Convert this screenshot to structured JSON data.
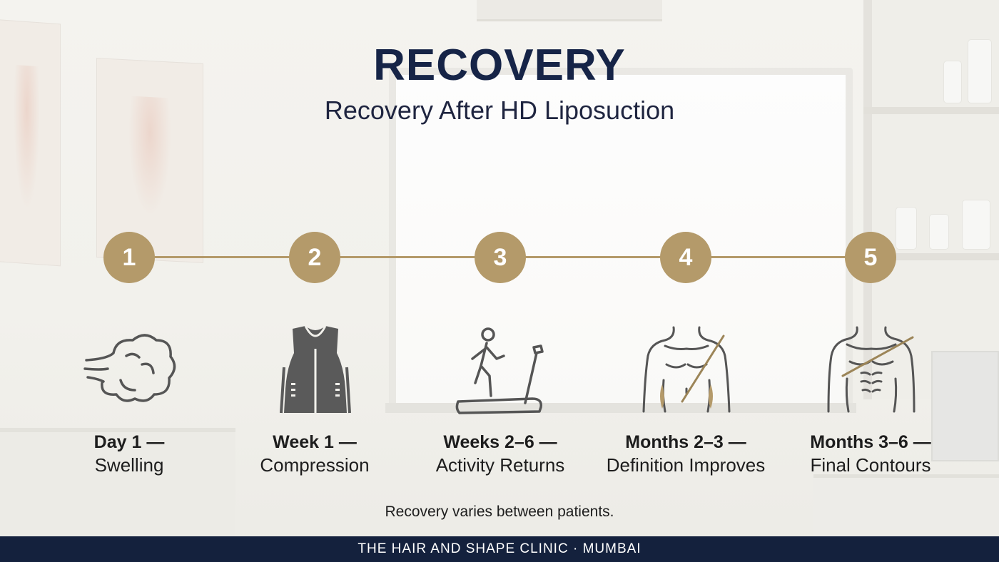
{
  "header": {
    "title": "RECOVERY",
    "subtitle": "Recovery After HD Liposuction"
  },
  "timeline": {
    "accent_color": "#b49a6a",
    "stages": [
      {
        "number": "1",
        "heading": "Day 1 —",
        "label": "Swelling",
        "icon": "swelling-cloud-icon"
      },
      {
        "number": "2",
        "heading": "Week 1 —",
        "label": "Compression",
        "icon": "compression-garment-icon"
      },
      {
        "number": "3",
        "heading": "Weeks 2–6 —",
        "label": "Activity Returns",
        "icon": "treadmill-walking-icon"
      },
      {
        "number": "4",
        "heading": "Months 2–3 —",
        "label": "Definition Improves",
        "icon": "torso-definition-icon"
      },
      {
        "number": "5",
        "heading": "Months 3–6 —",
        "label": "Final Contours",
        "icon": "torso-contours-icon"
      }
    ]
  },
  "footnote": "Recovery varies between patients.",
  "footer": {
    "text": "THE HAIR AND SHAPE CLINIC · MUMBAI",
    "background_color": "#14213d"
  },
  "colors": {
    "title": "#162447",
    "icon_gray": "#555555"
  }
}
